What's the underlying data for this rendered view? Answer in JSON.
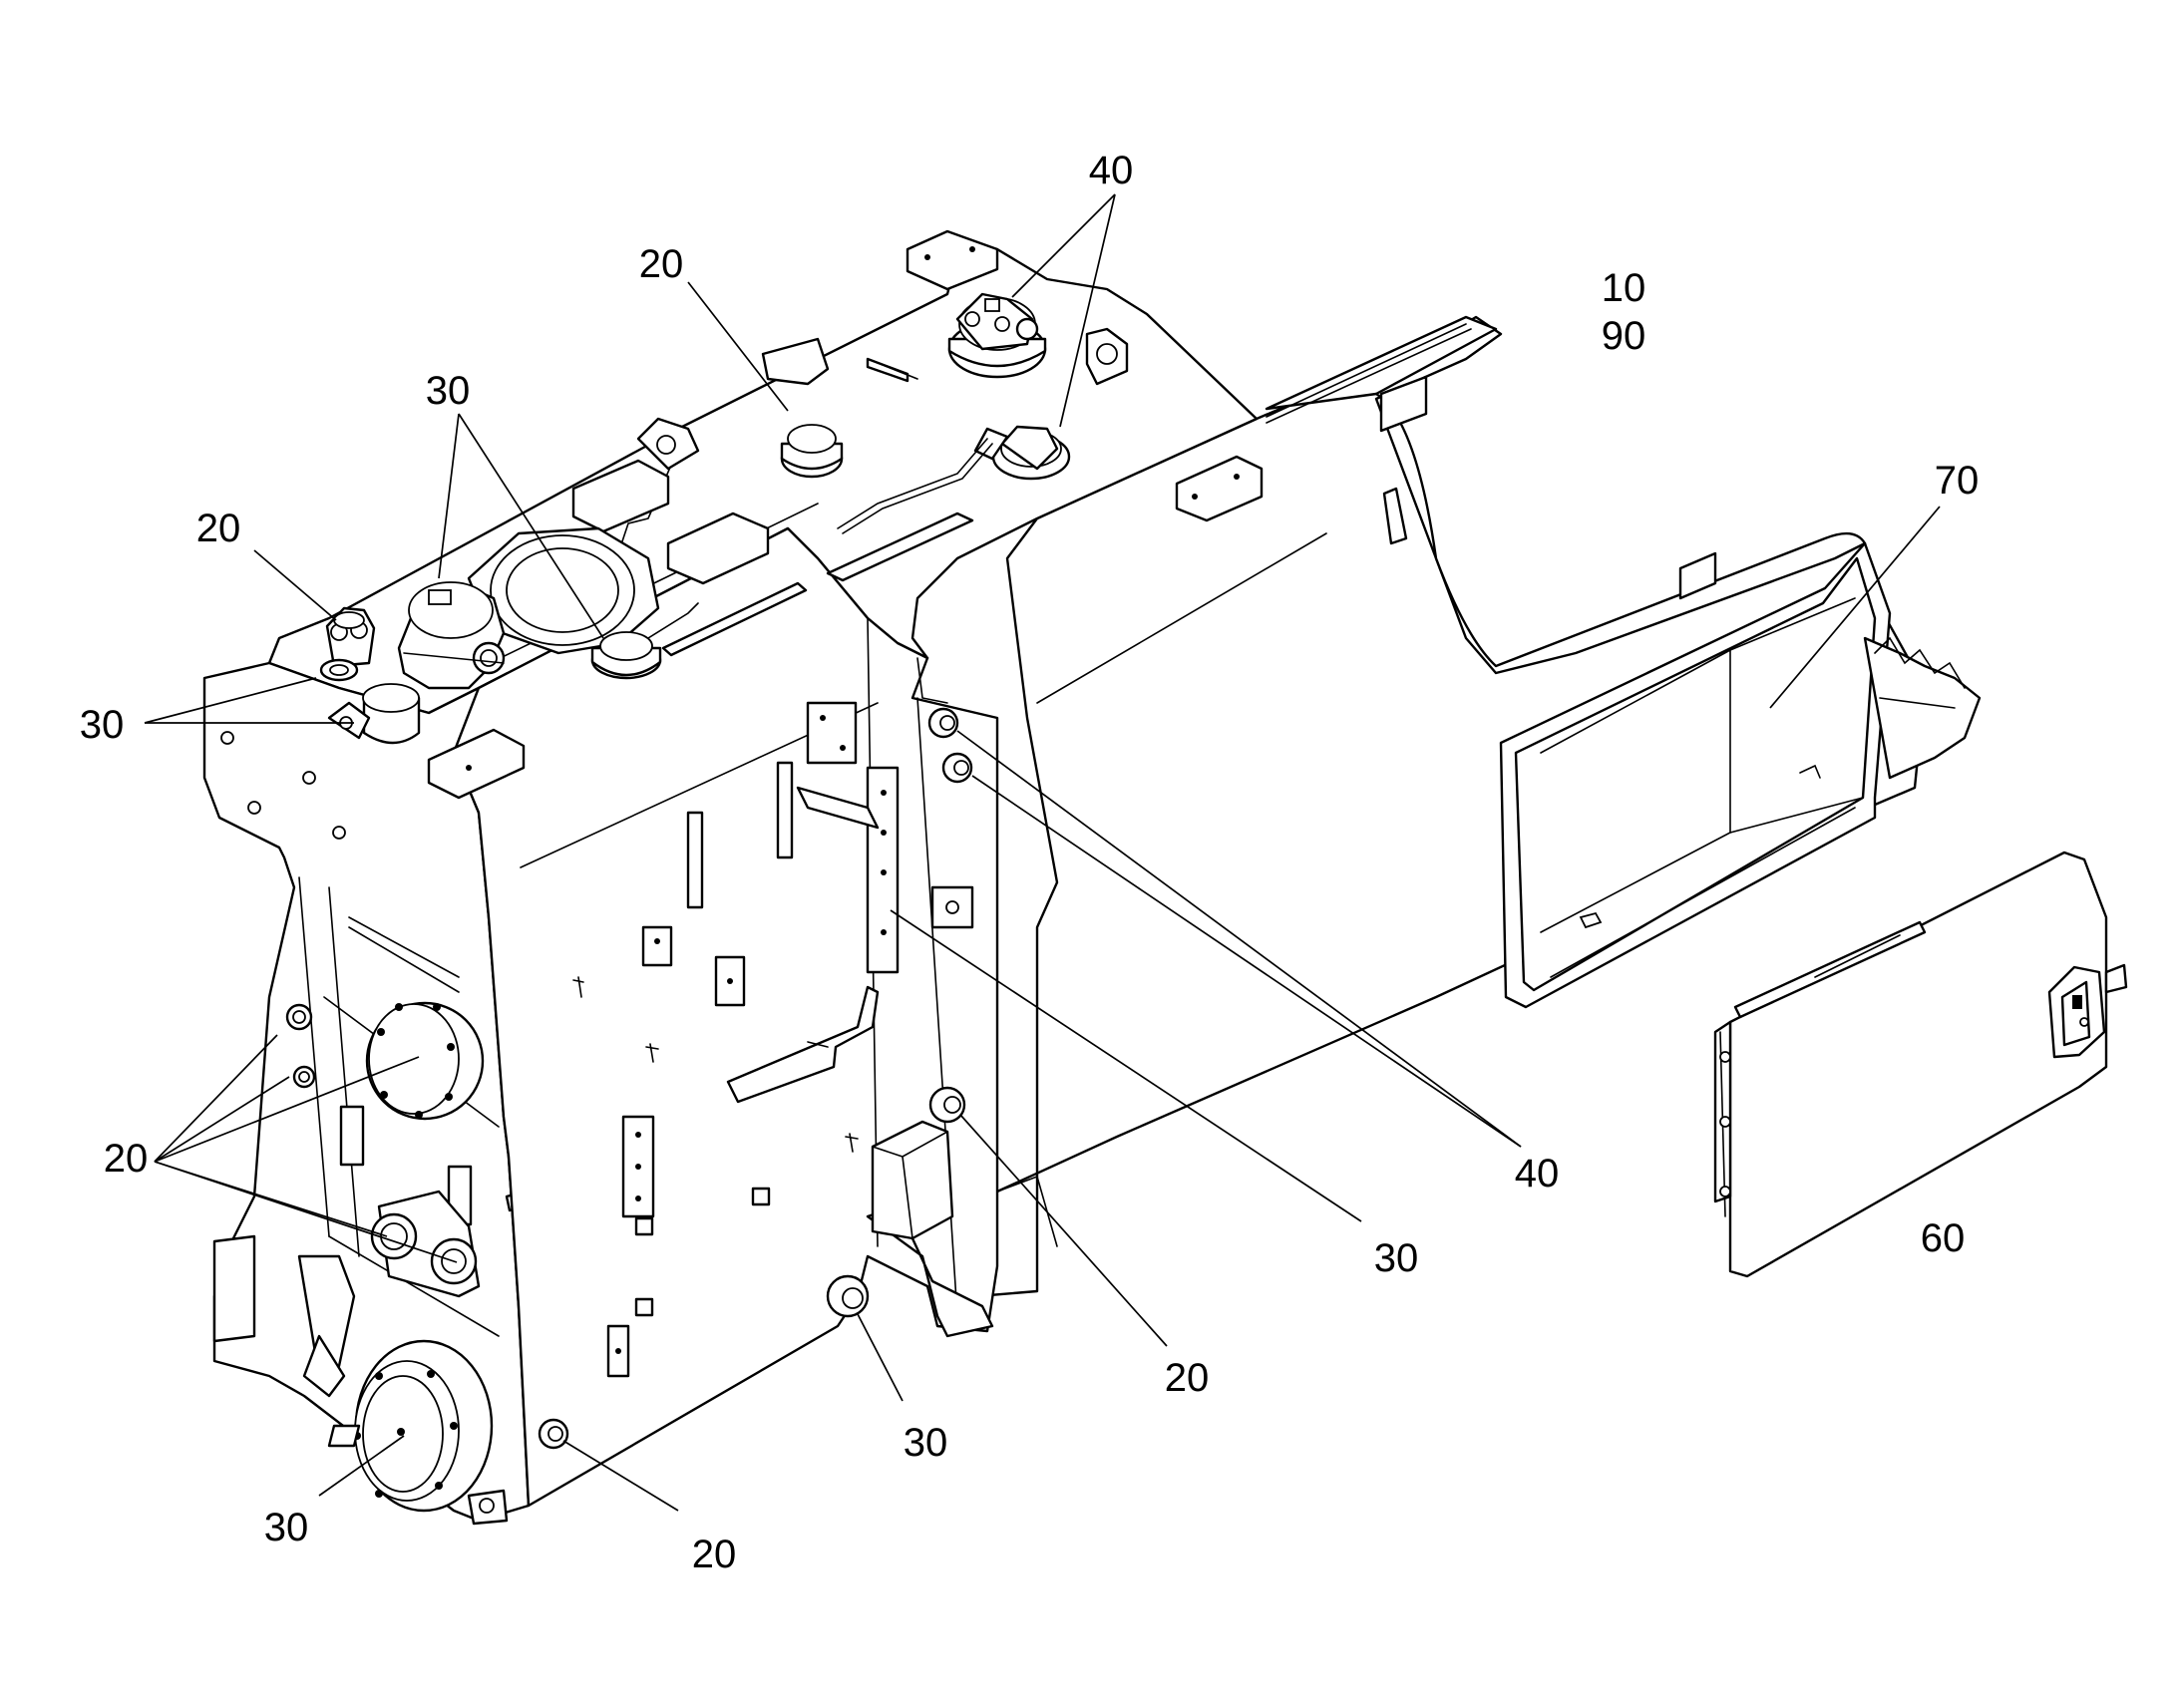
{
  "diagram": {
    "callouts": [
      {
        "id": "c40-top",
        "text": "40"
      },
      {
        "id": "c20-top",
        "text": "20"
      },
      {
        "id": "c10",
        "text": "10"
      },
      {
        "id": "c90",
        "text": "90"
      },
      {
        "id": "c30-top",
        "text": "30"
      },
      {
        "id": "c70",
        "text": "70"
      },
      {
        "id": "c20-left-top",
        "text": "20"
      },
      {
        "id": "c30-left",
        "text": "30"
      },
      {
        "id": "c20-left",
        "text": "20"
      },
      {
        "id": "c40-right",
        "text": "40"
      },
      {
        "id": "c30-mid-right",
        "text": "30"
      },
      {
        "id": "c60",
        "text": "60"
      },
      {
        "id": "c20-mid-bottom",
        "text": "20"
      },
      {
        "id": "c30-bottom-mid",
        "text": "30"
      },
      {
        "id": "c30-bottom-left",
        "text": "30"
      },
      {
        "id": "c20-bottom",
        "text": "20"
      }
    ]
  }
}
